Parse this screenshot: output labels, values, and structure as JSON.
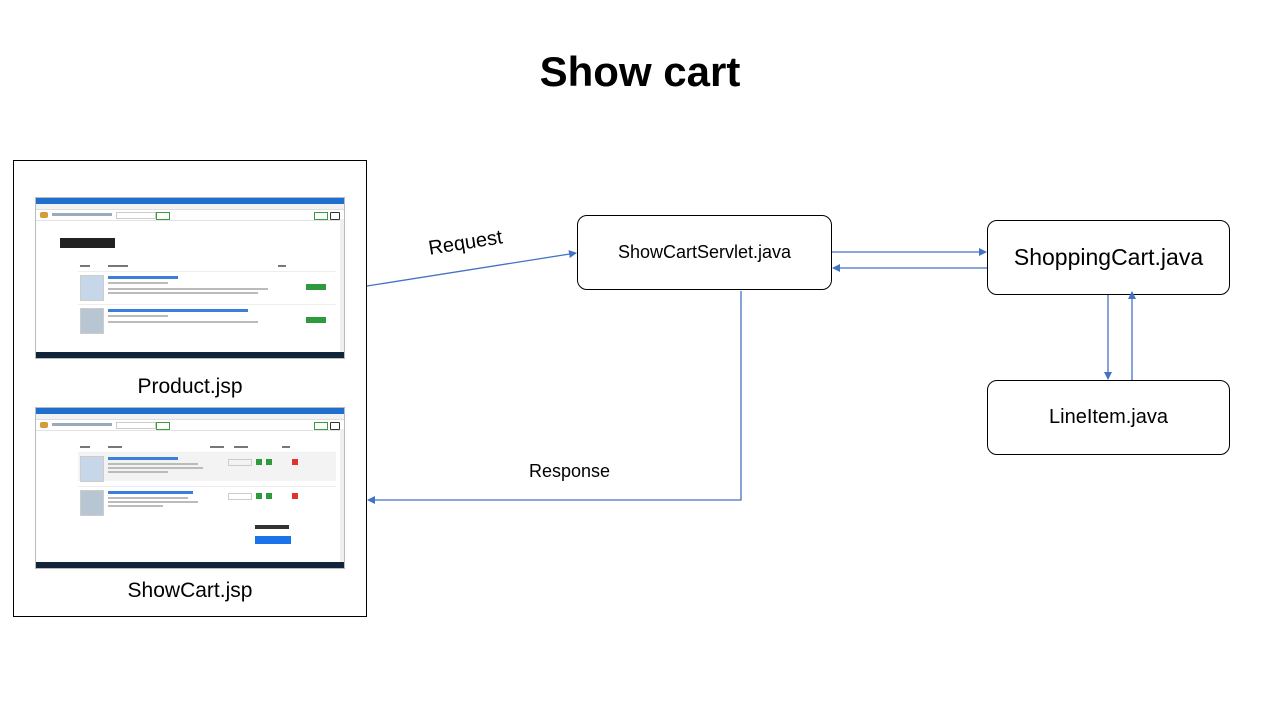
{
  "title": "Show cart",
  "nodes": {
    "servlet": "ShowCartServlet.java",
    "cart": "ShoppingCart.java",
    "lineitem": "LineItem.java"
  },
  "pages": {
    "product": "Product.jsp",
    "showcart": "ShowCart.jsp"
  },
  "edges": {
    "request": "Request",
    "response": "Response"
  },
  "colors": {
    "arrow": "#4472C4",
    "border": "#000000"
  }
}
